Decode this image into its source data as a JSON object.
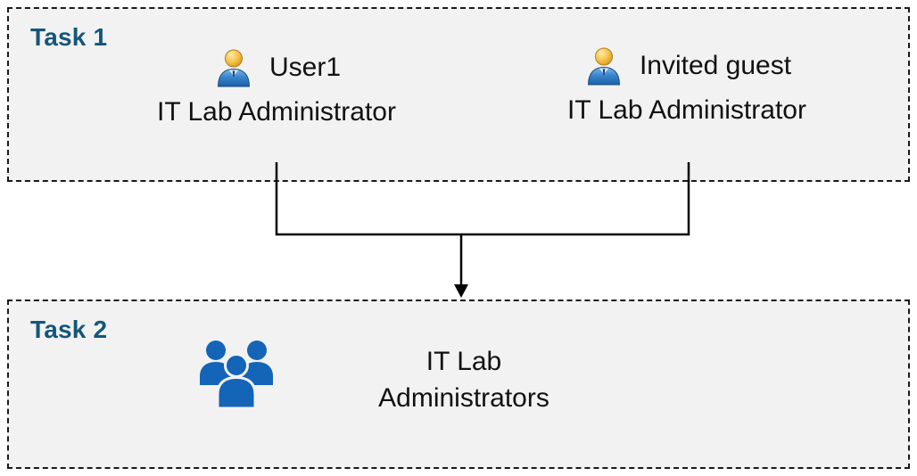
{
  "task1": {
    "label": "Task 1",
    "users": [
      {
        "name": "User1",
        "role": "IT Lab Administrator",
        "icon": "person-icon"
      },
      {
        "name": "Invited guest",
        "role": "IT Lab Administrator",
        "icon": "person-icon"
      }
    ]
  },
  "task2": {
    "label": "Task 2",
    "icon": "people-group-icon",
    "group_name_line1": "IT Lab",
    "group_name_line2": "Administrators"
  },
  "connector": {
    "description": "bracket joining the two Task 1 users into a down arrow pointing at Task 2",
    "color": "#000000"
  },
  "colors": {
    "task_label": "#15567a",
    "box_fill": "#f2f2f2",
    "box_border": "#1a1a1a",
    "person_head_gold": "#f6c44d",
    "person_body_blue": "#3b87cf",
    "group_icon_blue": "#1464b8"
  }
}
